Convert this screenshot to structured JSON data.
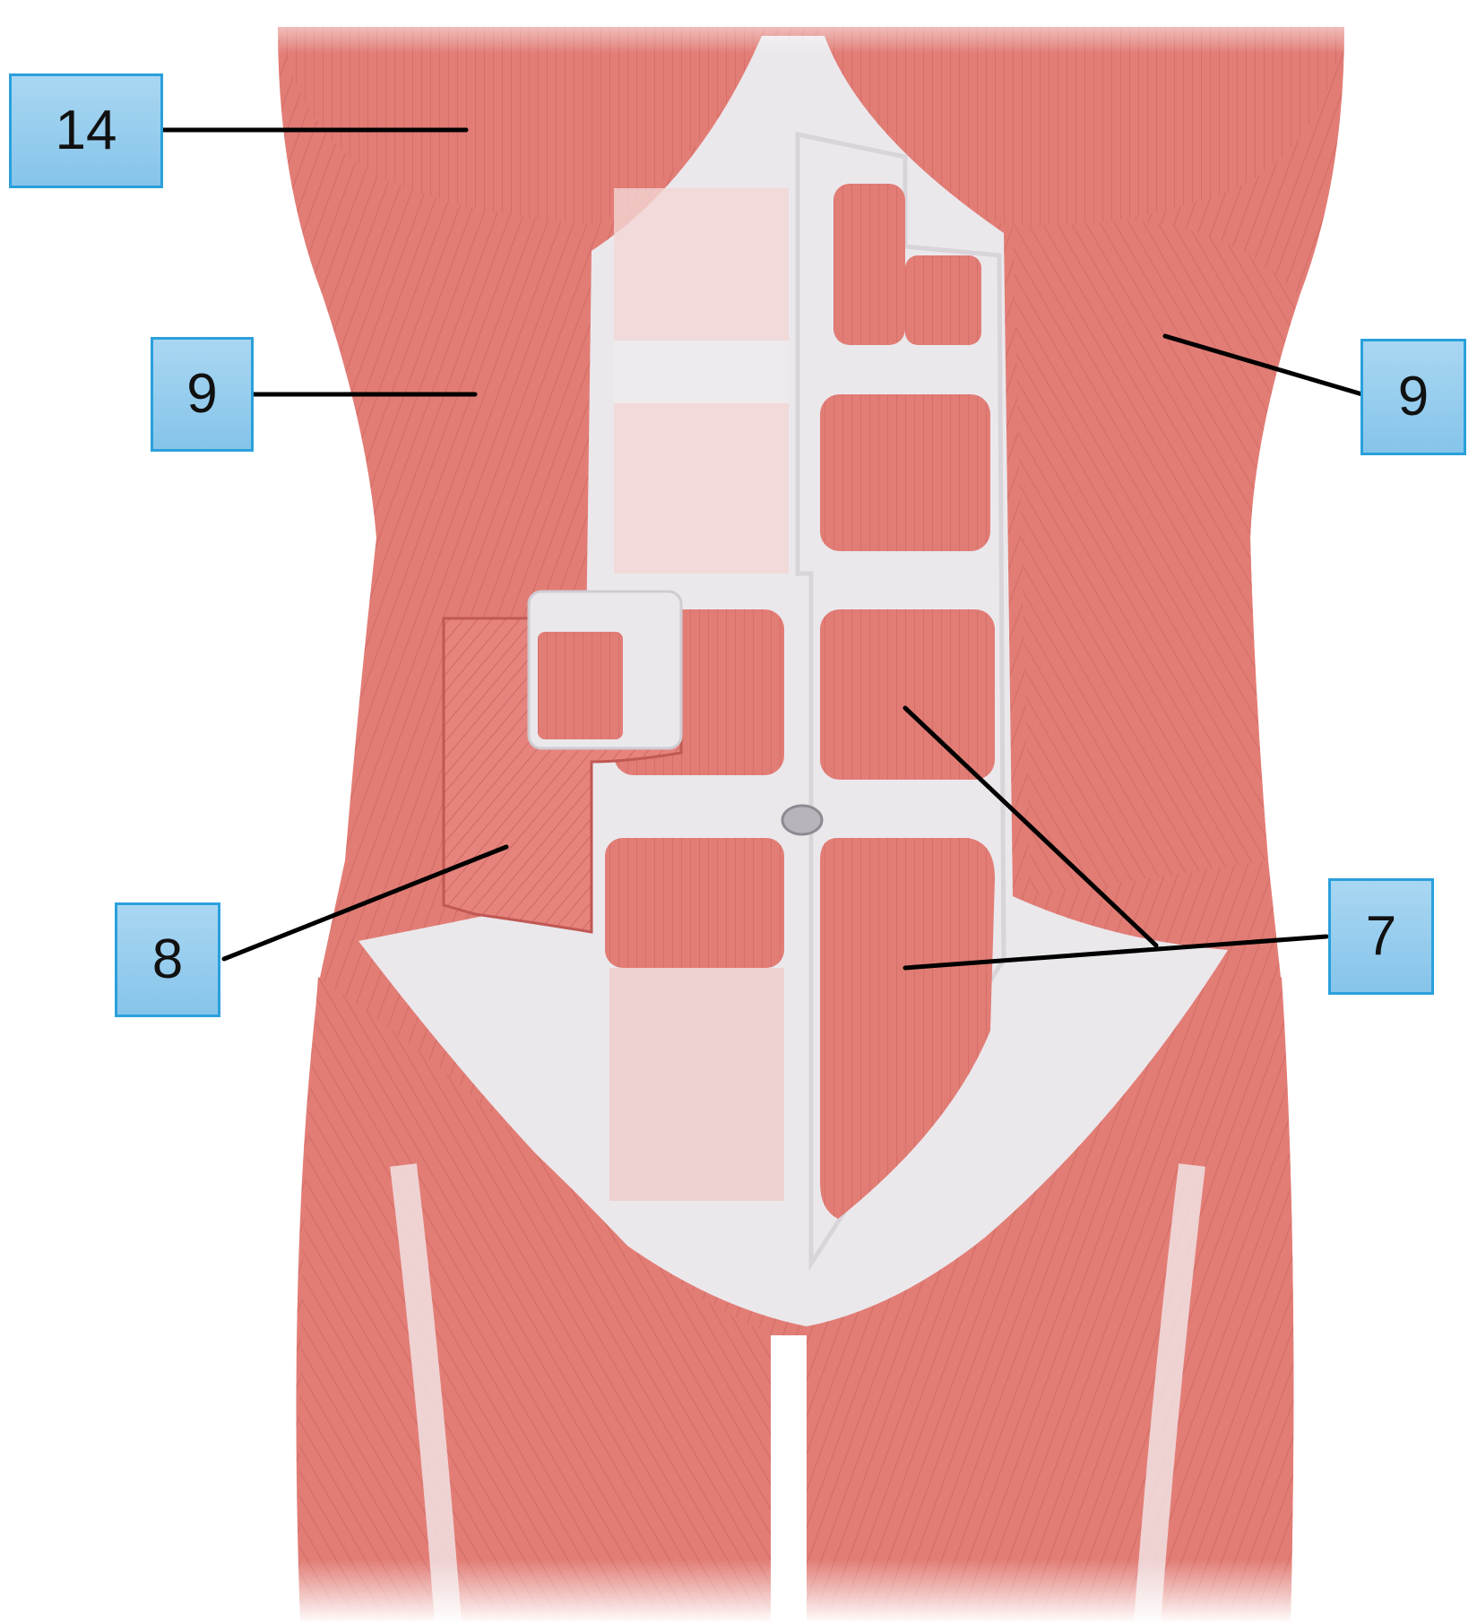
{
  "labels": {
    "l14": "14",
    "l9_left": "9",
    "l9_right": "9",
    "l8": "8",
    "l7": "7"
  },
  "colors": {
    "muscle": "#e27d76",
    "muscle_dark": "#c9605b",
    "muscle_light": "#f0a59f",
    "fascia": "#ebe8ec",
    "label_fill": "#99cdee",
    "label_border": "#2aa0db",
    "leader_line": "#000000"
  }
}
